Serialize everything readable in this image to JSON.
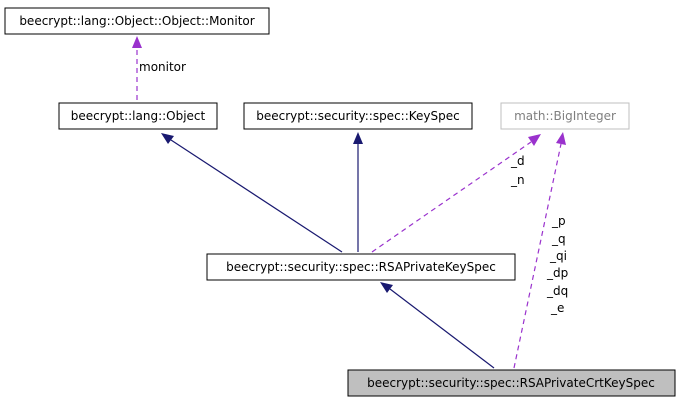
{
  "nodes": {
    "monitor": "beecrypt::lang::Object::Object::Monitor",
    "object": "beecrypt::lang::Object",
    "keyspec": "beecrypt::security::spec::KeySpec",
    "biginteger": "math::BigInteger",
    "rsaprivatekeyspec": "beecrypt::security::spec::RSAPrivateKeySpec",
    "rsaprivatecrtkeyspec": "beecrypt::security::spec::RSAPrivateCrtKeySpec"
  },
  "edges": {
    "monitor_label": "monitor",
    "d_label": "_d",
    "n_label": "_n",
    "crt_labels": [
      "_p",
      "_q",
      "_qi",
      "_dp",
      "_dq",
      "_e"
    ]
  },
  "colors": {
    "inheritance": "#191970",
    "usage": "#9a32cd",
    "focus_fill": "#bfbfbf",
    "external_border": "#bfbfbf"
  }
}
